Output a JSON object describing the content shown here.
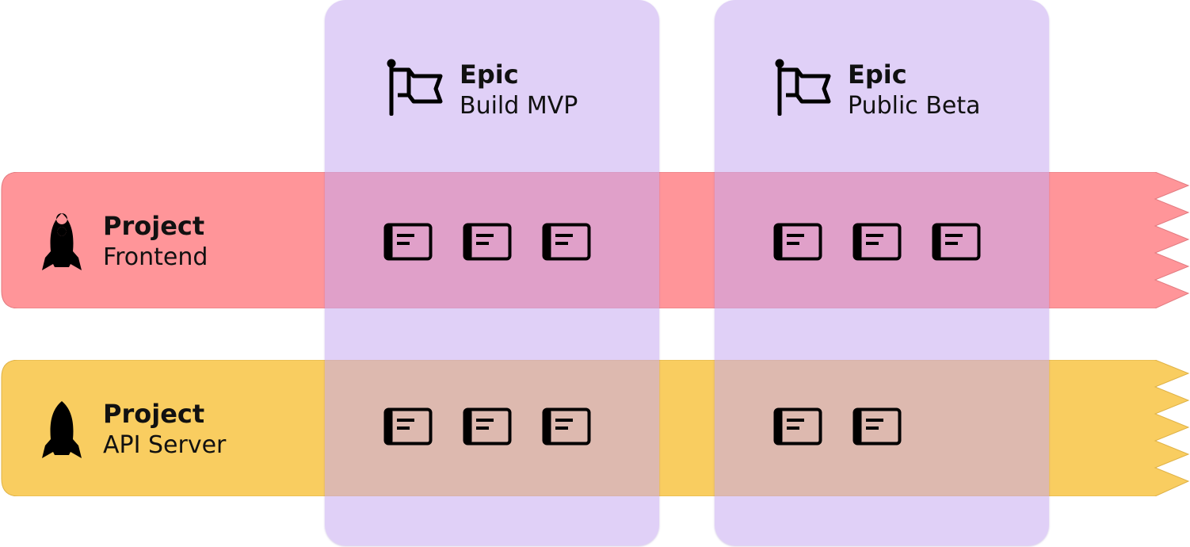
{
  "epics": [
    {
      "kind": "Epic",
      "name": "Build MVP",
      "icon": "flag-icon"
    },
    {
      "kind": "Epic",
      "name": "Public Beta",
      "icon": "flag-icon"
    }
  ],
  "projects": [
    {
      "kind": "Project",
      "name": "Frontend",
      "icon": "rocket-icon",
      "color": "#ff9599",
      "cards_per_epic": [
        3,
        3
      ]
    },
    {
      "kind": "Project",
      "name": "API Server",
      "icon": "rocket-icon",
      "color": "#f9cd60",
      "cards_per_epic": [
        3,
        2
      ]
    }
  ],
  "colors": {
    "epic": "#e0d0f7",
    "icon": "#000000"
  }
}
